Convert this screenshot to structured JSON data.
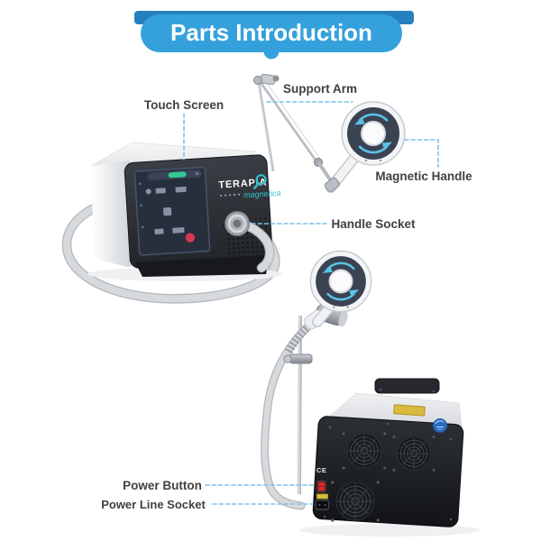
{
  "banner": {
    "title": "Parts Introduction"
  },
  "callouts": {
    "touch_screen": "Touch Screen",
    "support_arm": "Support Arm",
    "magnetic_handle": "Magnetic Handle",
    "handle_socket": "Handle Socket",
    "power_button": "Power Button",
    "power_line_socket": "Power Line Socket"
  },
  "device": {
    "brand": "TERAPIA",
    "brand_sub": "magnetica",
    "ce_mark": "CE"
  },
  "icons": {
    "magnifier": "magnifier-icon",
    "rotation_arrows": "rotation-arrows-icon",
    "fan": "fan-grille-icon",
    "power_switch": "power-switch",
    "power_socket": "power-line-socket-port"
  },
  "colors": {
    "banner_blue": "#35a1dc",
    "banner_blue_dark": "#2581bd",
    "callout_line": "#7fc0e8",
    "label_text": "#414141",
    "brand_teal": "#35c2cb",
    "arrow_cyan": "#58c3e6",
    "ring_dark": "#3b4252",
    "screen_green": "#2fcb92",
    "screen_red": "#d33a52",
    "power_red": "#d42b2b",
    "warning_yellow": "#d9c23c"
  }
}
